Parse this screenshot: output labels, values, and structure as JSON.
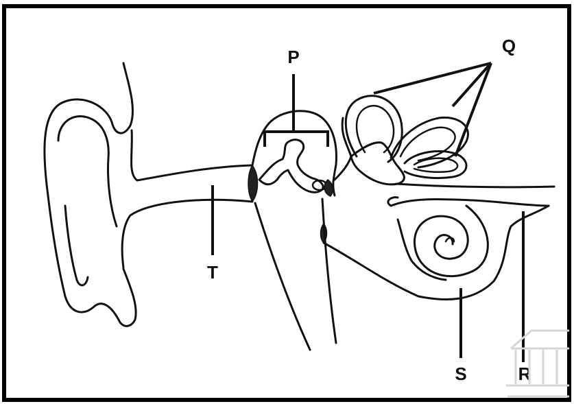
{
  "labels": {
    "p": "P",
    "q": "Q",
    "r": "R",
    "s": "S",
    "t": "T"
  },
  "colors": {
    "line": "#111111",
    "background": "#ffffff",
    "watermark": "#d6d6d6"
  }
}
